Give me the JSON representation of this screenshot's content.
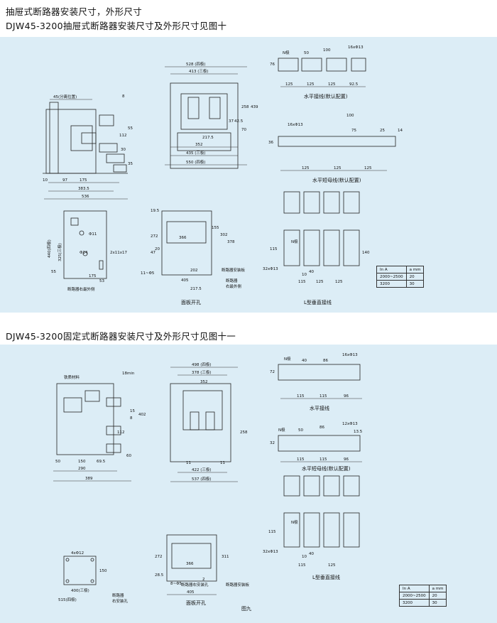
{
  "header": {
    "line1": "抽屉式断路器安装尺寸，外形尺寸",
    "line2": "DJW45-3200抽屉式断路器安装尺寸及外形尺寸见图十"
  },
  "section2": {
    "title": "DJW45-3200固定式断路器安装尺寸及外形尺寸见图十一"
  },
  "fig10": {
    "side": {
      "d45": "45(分离位置)",
      "d10": "10",
      "d97": "97",
      "d175": "175",
      "d3835": "383.5",
      "d536": "536",
      "d8": "8",
      "d112": "112",
      "d55": "55",
      "d35": "35",
      "d30": "30"
    },
    "front": {
      "d528": "528 (四极)",
      "d413": "413 (三极)",
      "d439": "439",
      "d258": "258",
      "d37": "37",
      "d425": "42.5",
      "d70": "70",
      "d2175": "217.5",
      "d352": "352",
      "d435": "435 (三极)",
      "d550": "550 (四极)"
    },
    "hbus": {
      "cap": "水平接线(默认配置)",
      "n": "N极",
      "d50": "50",
      "d100": "100",
      "d16": "16xΦ13",
      "d76": "76",
      "d125a": "125",
      "d125b": "125",
      "d125c": "125",
      "d925": "92.5"
    },
    "hshort": {
      "cap": "水平短母线(默认配置)",
      "d16": "16xΦ13",
      "d100": "100",
      "d75": "75",
      "d25": "25",
      "d14": "14",
      "d36": "36",
      "d125a": "125",
      "d125b": "125",
      "d125c": "125"
    },
    "panelcut": {
      "cap": "面板开孔",
      "d195": "19.5",
      "d272": "272",
      "d366": "366",
      "d155": "155",
      "d302": "302",
      "d378": "378",
      "d47": "47",
      "d20": "20",
      "d11": "11~Φ5",
      "d202": "202",
      "d405": "405",
      "d2175": "217.5",
      "note1": "断路器安装板",
      "note2": "断路器",
      "note3": "右最外侧"
    },
    "mount": {
      "d440": "440(四极)",
      "d325": "325(三极)",
      "d55": "55",
      "d11": "Φ11",
      "d14": "Φ14",
      "d2x": "2x11x17",
      "d175": "175",
      "d53": "53",
      "note": "断路器右最外侧"
    },
    "lbus": {
      "cap": "L型垂直接线",
      "n": "N极",
      "d32": "32xΦ13",
      "d115": "115",
      "d40": "40",
      "d10": "10",
      "d140": "140",
      "d115b": "115",
      "d125a": "125",
      "d125b": "125"
    }
  },
  "table1": {
    "h1": "In A",
    "h2": "a mm",
    "r1c1": "2000~2500",
    "r1c2": "20",
    "r2c1": "3200",
    "r2c2": "30"
  },
  "fig11": {
    "side": {
      "iron": "铁质材料",
      "d18": "18min",
      "d402": "402",
      "d112": "112",
      "d15": "15",
      "d8": "8",
      "d60": "60",
      "d50": "50",
      "d150": "150",
      "d695": "69.5",
      "d290": "290",
      "d389": "389"
    },
    "front": {
      "d498": "498 (四极)",
      "d378": "378 (三极)",
      "d352": "352",
      "d258": "258",
      "d11a": "11",
      "d11b": "11",
      "d422": "422 (三极)",
      "d537": "537 (四极)"
    },
    "hbus": {
      "cap": "水平接线",
      "n": "N极",
      "d40": "40",
      "d86": "86",
      "d16": "16xΦ13",
      "d72": "72",
      "d115a": "115",
      "d115b": "115",
      "d96": "96"
    },
    "hshort": {
      "cap": "水平短母线(默认配置)",
      "n": "N极",
      "d50": "50",
      "d86": "86",
      "d12": "12xΦ13",
      "d32": "32",
      "d135": "13.5",
      "d115a": "115",
      "d115b": "115",
      "d96": "96"
    },
    "lbus": {
      "cap": "L型垂直接线",
      "n": "N极",
      "d32": "32xΦ13",
      "d115": "115",
      "d40": "40",
      "d10": "10",
      "d115b": "115",
      "d125": "125"
    },
    "holes": {
      "d4": "4xΦ12",
      "d150": "150",
      "d400": "400(三极)",
      "d515": "515(四极)",
      "note": "断路器",
      "note2": "右安装孔"
    },
    "panelcut": {
      "cap": "面板开孔",
      "d272": "272",
      "d366": "366",
      "d311": "311",
      "d285": "28.5",
      "d8": "8~Φ5",
      "d2": "2",
      "d405": "405",
      "note1": "断路器右安装孔",
      "note2": "断路器安装板"
    },
    "figlabel": "图九"
  },
  "table2": {
    "h1": "In A",
    "h2": "a mm",
    "r1c1": "2000~2500",
    "r1c2": "20",
    "r2c1": "3200",
    "r2c2": "30"
  }
}
